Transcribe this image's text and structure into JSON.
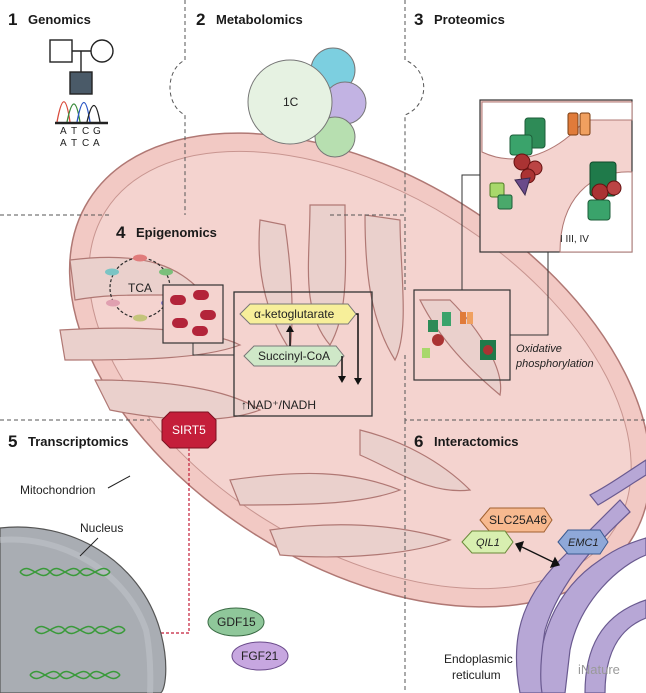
{
  "sections": [
    {
      "num": "1",
      "title": "Genomics"
    },
    {
      "num": "2",
      "title": "Metabolomics"
    },
    {
      "num": "3",
      "title": "Proteomics"
    },
    {
      "num": "4",
      "title": "Epigenomics"
    },
    {
      "num": "5",
      "title": "Transcriptomics"
    },
    {
      "num": "6",
      "title": "Interactomics"
    }
  ],
  "genomics": {
    "seq_top": [
      "A",
      "T",
      "C",
      "G"
    ],
    "seq_bottom": [
      "A",
      "T",
      "C",
      "A"
    ]
  },
  "metabolomics": {
    "circle_label": "1C"
  },
  "proteomics": {
    "complex_label": "I III, IV"
  },
  "epigenomics": {
    "cycle_label": "TCA",
    "akg_label": "α-ketoglutarate",
    "succ_label": "Succinyl-CoA",
    "nad_label": "↑NAD⁺/NADH"
  },
  "oxphos_label_1": "Oxidative",
  "oxphos_label_2": "phosphorylation",
  "transcriptomics": {
    "sirt5": "SIRT5",
    "mito_label": "Mitochondrion",
    "nucleus_label": "Nucleus",
    "gdf15": "GDF15",
    "fgf21": "FGF21"
  },
  "interactomics": {
    "slc": "SLC25A46",
    "qil": "QIL1",
    "emc": "EMC1",
    "er_label_1": "Endoplasmic",
    "er_label_2": "reticulum"
  },
  "watermark": "iNature",
  "colors": {
    "mito_fill": "#f2c9c4",
    "mito_stroke": "#b07874",
    "inner_fill": "#ead0cc",
    "sirt5": "#c41e3a",
    "akg_fill": "#f7ef9a",
    "succ_fill": "#cfe8c8",
    "slc_fill": "#f7b98f",
    "qil_fill": "#d8efb0",
    "emc_fill": "#8fa8d8",
    "er_fill": "#b7a7d6",
    "nucleus_fill": "#a9adb3",
    "gdf15_fill": "#8fc79a",
    "fgf21_fill": "#c7a7e0",
    "circle_teal": "#7ccfe0",
    "circle_lilac": "#c2b3e3",
    "circle_green": "#b7dfb0",
    "circle_white": "#e6f2e2"
  }
}
